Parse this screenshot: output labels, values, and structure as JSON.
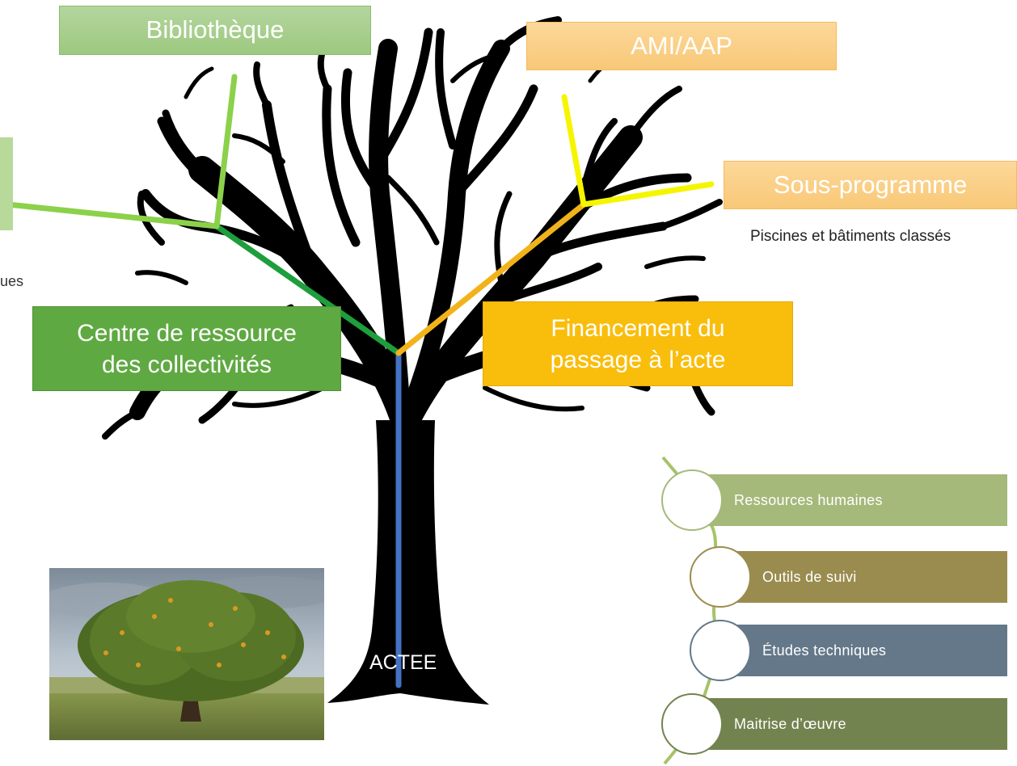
{
  "boxes": {
    "bibliotheque": "Bibliothèque",
    "ami_aap": "AMI/AAP",
    "sous_programme": "Sous-programme",
    "centre_line1": "Centre de ressource",
    "centre_line2": "des collectivités",
    "financement_line1": "Financement du",
    "financement_line2": "passage à l’acte"
  },
  "labels": {
    "piscines": "Piscines et bâtiments classés",
    "partial_left": "ues",
    "trunk": "ACTEE"
  },
  "list_items": [
    {
      "label": "Ressources humaines",
      "color": "#a5b97a"
    },
    {
      "label": "Outils de suivi",
      "color": "#9a8c4f"
    },
    {
      "label": "Études techniques",
      "color": "#64788a"
    },
    {
      "label": "Maitrise d’œuvre",
      "color": "#73834f"
    }
  ],
  "colors": {
    "green_box": "#5fa942",
    "light_green_box": "#9cc97f",
    "orange_box": "#f9bd0c",
    "light_orange_box": "#f8c877",
    "trunk_line": "#4472c4",
    "green_line": "#1e9e3c",
    "light_green_line": "#8bd14a",
    "orange_line": "#f2b21a",
    "yellow_line": "#f5f500"
  }
}
